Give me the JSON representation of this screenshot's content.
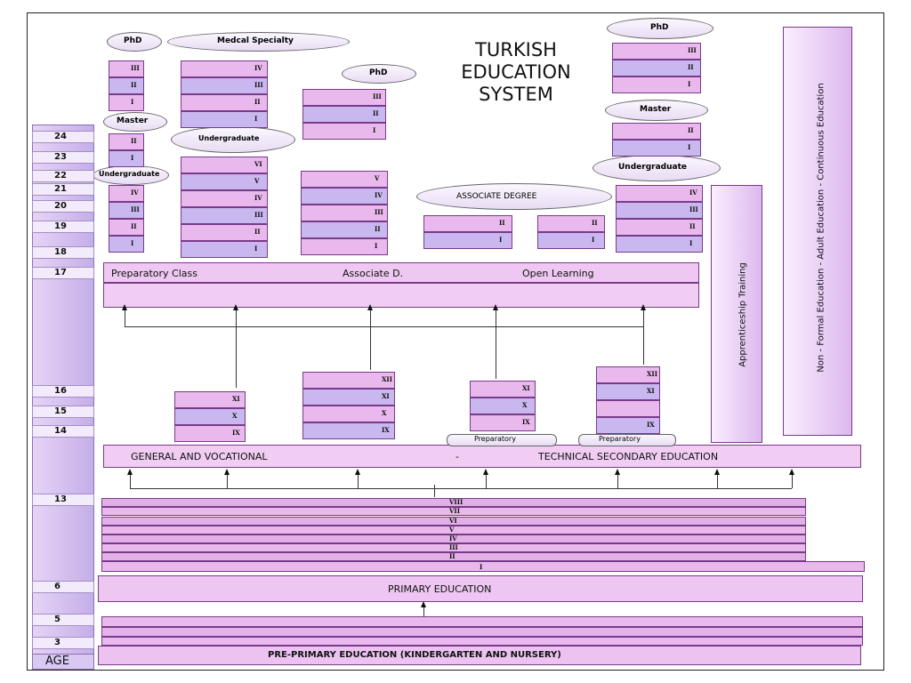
{
  "title": "TURKISH\nEDUCATION\nSYSTEM",
  "age_axis": {
    "label": "AGE",
    "ticks": [
      "24",
      "23",
      "22",
      "21",
      "20",
      "19",
      "18",
      "17",
      "16",
      "15",
      "14",
      "13",
      "6",
      "5",
      "3"
    ]
  },
  "levels": {
    "pre_primary": "PRE-PRIMARY EDUCATION (KINDERGARTEN AND NURSERY)",
    "primary": "PRIMARY EDUCATION",
    "secondary_left": "GENERAL AND VOCATIONAL",
    "secondary_dash": "-",
    "secondary_right": "TECHNICAL SECONDARY EDUCATION",
    "prep_class": "Preparatory Class",
    "associate_d": "Associate D.",
    "open_learning": "Open Learning",
    "apprenticeship": "Apprenticeship Training",
    "non_formal": "Non - Formal Education - Adult Education - Continuous Education"
  },
  "primary_grades": [
    "VIII",
    "VII",
    "VI",
    "V",
    "IV",
    "III",
    "II",
    "I"
  ],
  "ribbons": {
    "phd": "PhD",
    "medical": "Medcal Specialty",
    "master": "Master",
    "undergraduate": "Undergraduate",
    "associate_degree": "ASSOCIATE DEGREE",
    "preparatory": "Preparatory"
  },
  "colors": {
    "pink": "#e9b8ec",
    "lavender": "#c9b7ef",
    "outline": "#7a3a8a",
    "band": "#f1cdf4"
  }
}
